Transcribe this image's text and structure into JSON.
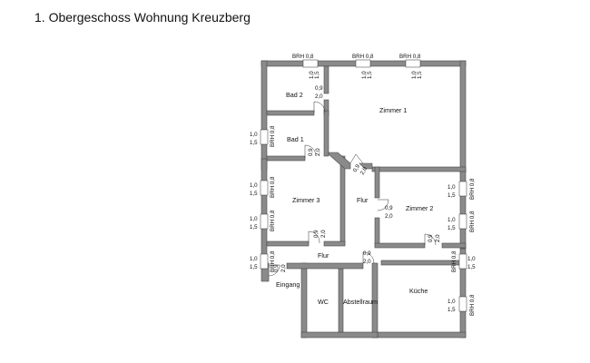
{
  "title": "1. Obergeschoss Wohnung Kreuzberg",
  "rooms": {
    "bad2": "Bad 2",
    "zimmer1": "Zimmer 1",
    "bad1": "Bad 1",
    "zimmer3": "Zimmer 3",
    "flur_upper": "Flur",
    "zimmer2": "Zimmer 2",
    "flur_lower": "Flur",
    "eingang": "Eingang",
    "wc": "WC",
    "abstellraum": "Abstellraum",
    "kueche": "Küche"
  },
  "labels": {
    "brh": "BRH 0,8",
    "w10": "1,0",
    "h15": "1,5",
    "d09": "0,9",
    "h20": "2,0"
  }
}
